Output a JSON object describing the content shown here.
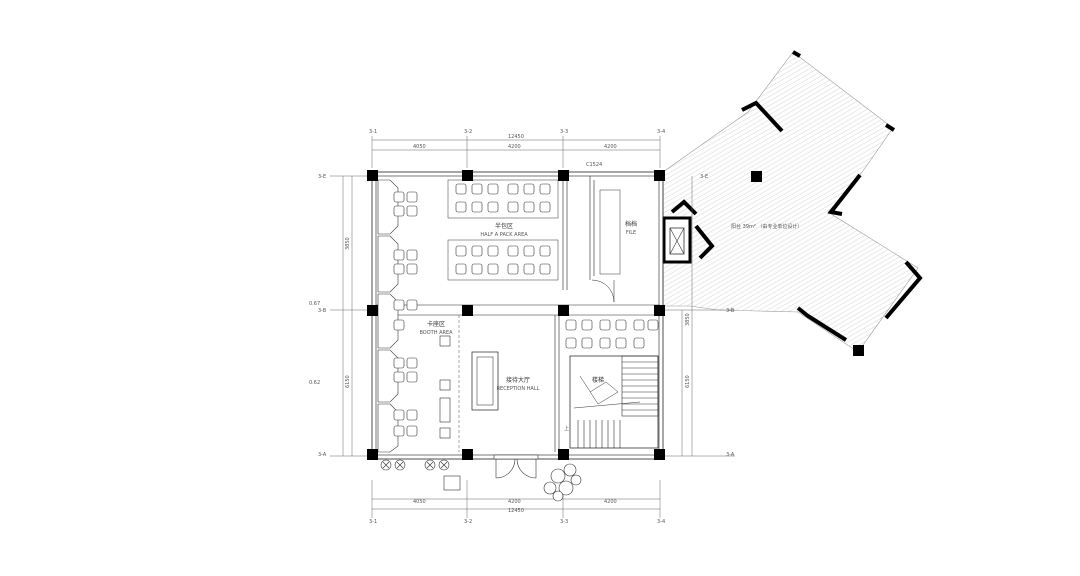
{
  "dimensions": {
    "top_overall": "12450",
    "top_segments": [
      "4050",
      "4200",
      "4200"
    ],
    "bottom_segments": [
      "4050",
      "4200",
      "4200"
    ],
    "bottom_overall": "12450",
    "left_upper": "3850",
    "left_lower": "6150",
    "right_upper": "3850",
    "right_lower": "6150",
    "left_mid_mark": "0.62",
    "left_upper_mark": "0.67"
  },
  "axis_labels": {
    "top": [
      "3-1",
      "3-2",
      "3-3",
      "3-4"
    ],
    "bottom": [
      "3-1",
      "3-2",
      "3-3",
      "3-4"
    ],
    "left": [
      "3-E",
      "3-B",
      "3-A"
    ],
    "right": [
      "3-E",
      "3-B",
      "3-A"
    ]
  },
  "rooms": {
    "half_pack_cn": "半包区",
    "half_pack_en": "HALF A PACK AREA",
    "file_cn": "档档",
    "file_en": "FILE",
    "booth_cn": "卡座区",
    "booth_en": "BOOTH AREA",
    "reception_cn": "接待大厅",
    "reception_en": "RECEPTION HALL",
    "stair_cn": "楼梯",
    "terrace_note": "阳台 39m² （由专业单位设计）"
  },
  "misc": {
    "stair_up": "上",
    "window_mark": "C1524"
  }
}
